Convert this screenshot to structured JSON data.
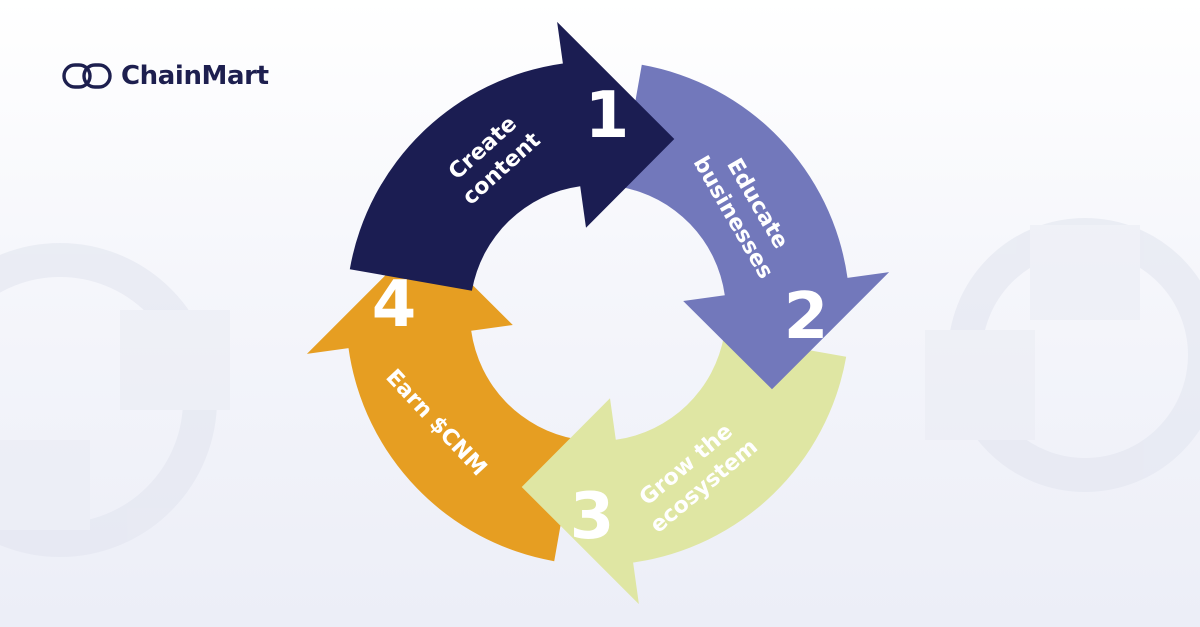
{
  "brand": {
    "name": "ChainMart",
    "logo_icon": "chain-link-icon"
  },
  "cycle": {
    "steps": [
      {
        "number": "1",
        "label_lines": [
          "Create",
          "content"
        ],
        "color": "#1b1d52"
      },
      {
        "number": "2",
        "label_lines": [
          "Educate",
          "businesses"
        ],
        "color": "#7278bb"
      },
      {
        "number": "3",
        "label_lines": [
          "Grow the",
          "ecosystem"
        ],
        "color": "#dfe6a3"
      },
      {
        "number": "4",
        "label_lines": [
          "Earn $CNM"
        ],
        "color": "#e69e22"
      }
    ]
  },
  "colors": {
    "brand_text": "#1d1f4f",
    "background": "#f3f4fa"
  }
}
